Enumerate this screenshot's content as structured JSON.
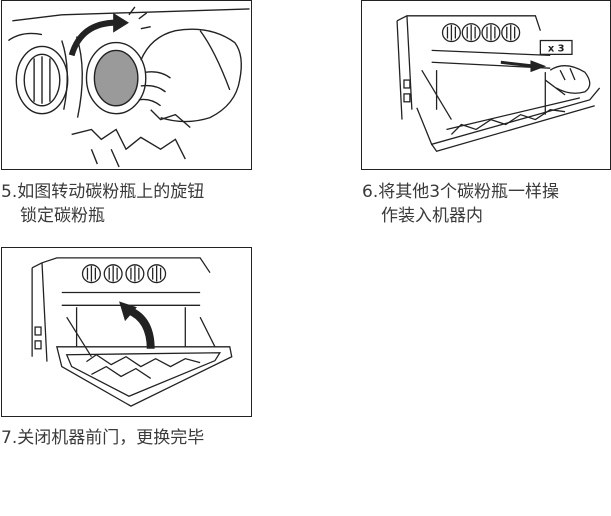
{
  "steps": [
    {
      "number": "5.",
      "line1": "如图转动碳粉瓶上的旋钮",
      "line2": "锁定碳粉瓶"
    },
    {
      "number": "6.",
      "line1": "将其他3个碳粉瓶一样操",
      "line2": "作装入机器内",
      "badge": "x 3"
    },
    {
      "number": "7.",
      "line1": "关闭机器前门，更换完毕"
    }
  ],
  "colors": {
    "line": "#222222",
    "caption": "#3a3a3a",
    "background": "#ffffff"
  }
}
